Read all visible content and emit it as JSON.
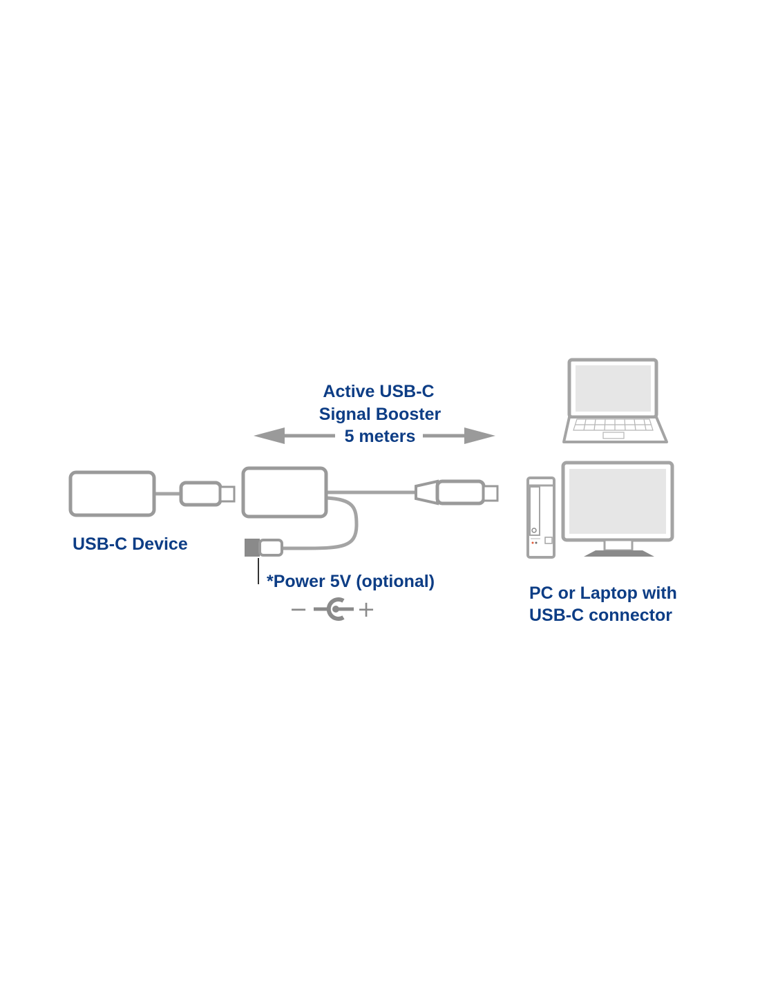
{
  "colors": {
    "label_text": "#0d3d85",
    "device_stroke": "#9a9a9a",
    "device_fill": "#ffffff",
    "laptop_stroke": "#a4a4a4",
    "screen_fill": "#e6e6e6",
    "dark_gray": "#8a8a8a",
    "power_symbol": "#8a8a8a",
    "leader_line": "#333333"
  },
  "labels": {
    "booster_line1": "Active USB-C",
    "booster_line2": "Signal Booster",
    "booster_line3": "5 meters",
    "device": "USB-C Device",
    "power": "*Power 5V (optional)",
    "host_line1": "PC or Laptop with",
    "host_line2": "USB-C connector"
  },
  "power_symbol": {
    "negative": "−",
    "positive": "+"
  }
}
